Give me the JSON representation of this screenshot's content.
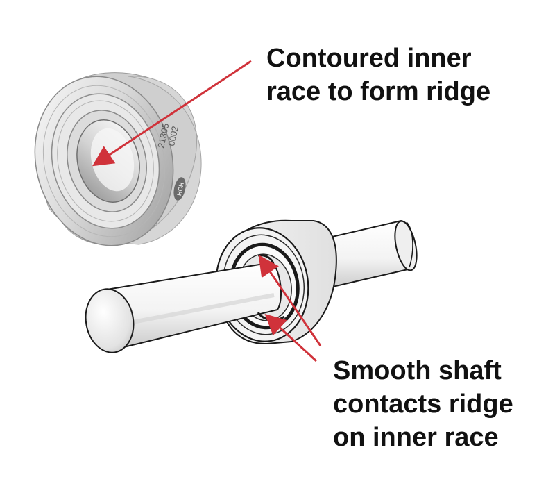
{
  "callouts": {
    "top": {
      "lines": [
        "Contoured inner",
        "race to form ridge"
      ]
    },
    "bottom": {
      "lines": [
        "Smooth shaft",
        "contacts ridge",
        "on inner race"
      ]
    }
  },
  "colors": {
    "arrow": "#d0323a",
    "text": "#111111",
    "metal_light": "#f2f2f2",
    "metal_mid": "#c9c9c9",
    "metal_dark": "#7a7a7a",
    "outline": "#1a1a1a"
  },
  "icons": {
    "bearing_photo": "ball-bearing-icon",
    "shaft_assembly": "shaft-with-bearing-icon"
  },
  "bearing_markings": {
    "brand": "HCH",
    "part": "21305",
    "code": "0002"
  }
}
